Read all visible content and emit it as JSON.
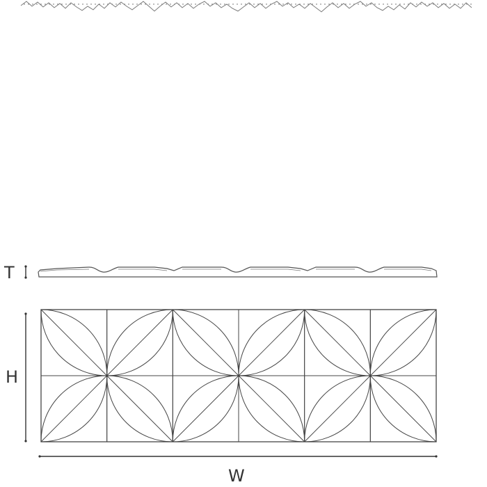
{
  "dimensions": {
    "thickness_label": "T",
    "height_label": "H",
    "width_label": "W"
  },
  "panel": {
    "columns": 6,
    "rows": 2,
    "pattern": "four-petal-flower",
    "line_color": "#444444",
    "background_color": "#ffffff"
  },
  "torn_edge_color": "#8a8a8a"
}
